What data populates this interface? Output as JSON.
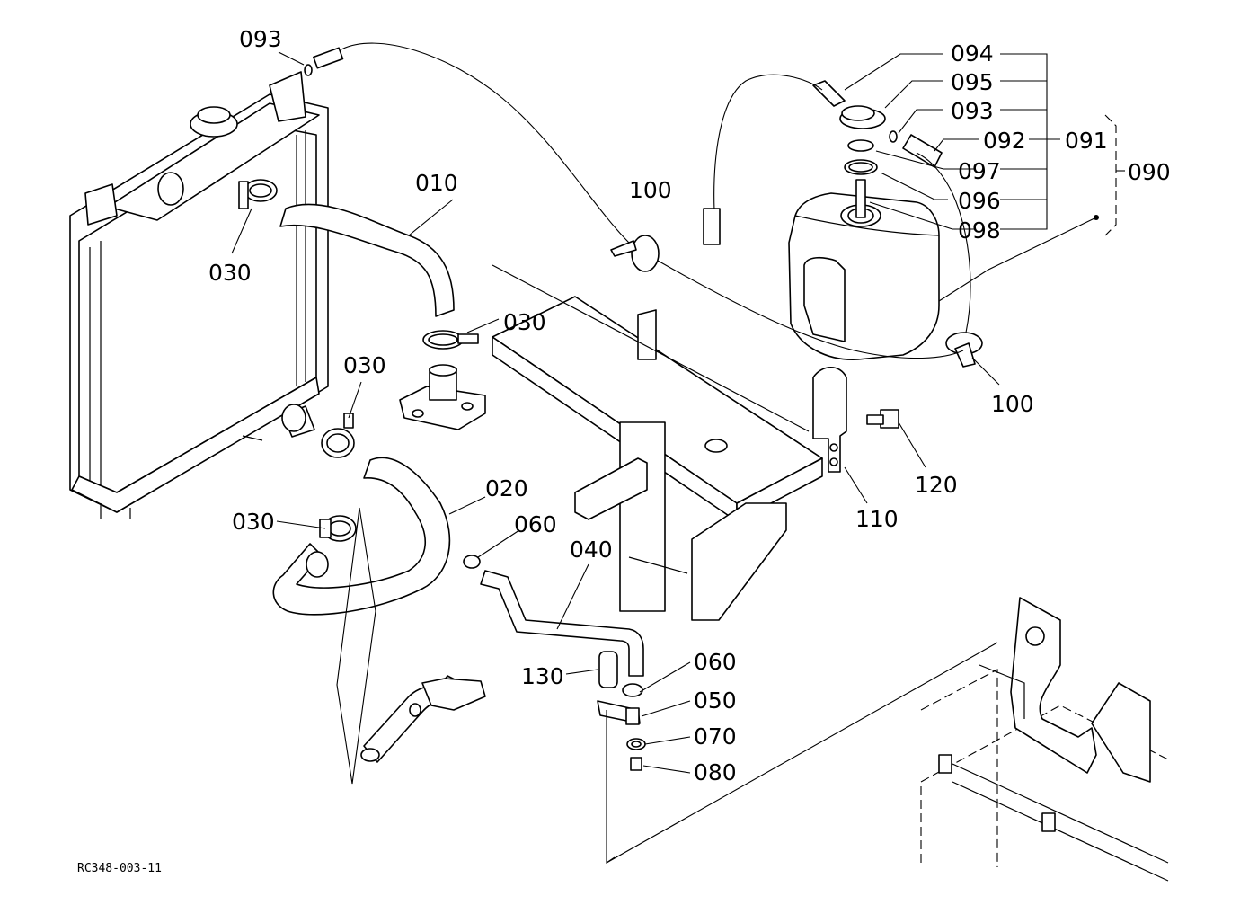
{
  "diagram": {
    "reference_code": "RC348-003-11",
    "callouts": {
      "p010": "010",
      "p020": "020",
      "p030a": "030",
      "p030b": "030",
      "p030c": "030",
      "p030d": "030",
      "p040": "040",
      "p050": "050",
      "p060a": "060",
      "p060b": "060",
      "p070": "070",
      "p080": "080",
      "p090": "090",
      "p091": "091",
      "p092": "092",
      "p093a": "093",
      "p093b": "093",
      "p094": "094",
      "p095": "095",
      "p096": "096",
      "p097": "097",
      "p098": "098",
      "p100a": "100",
      "p100b": "100",
      "p110": "110",
      "p120": "120",
      "p130": "130"
    }
  }
}
